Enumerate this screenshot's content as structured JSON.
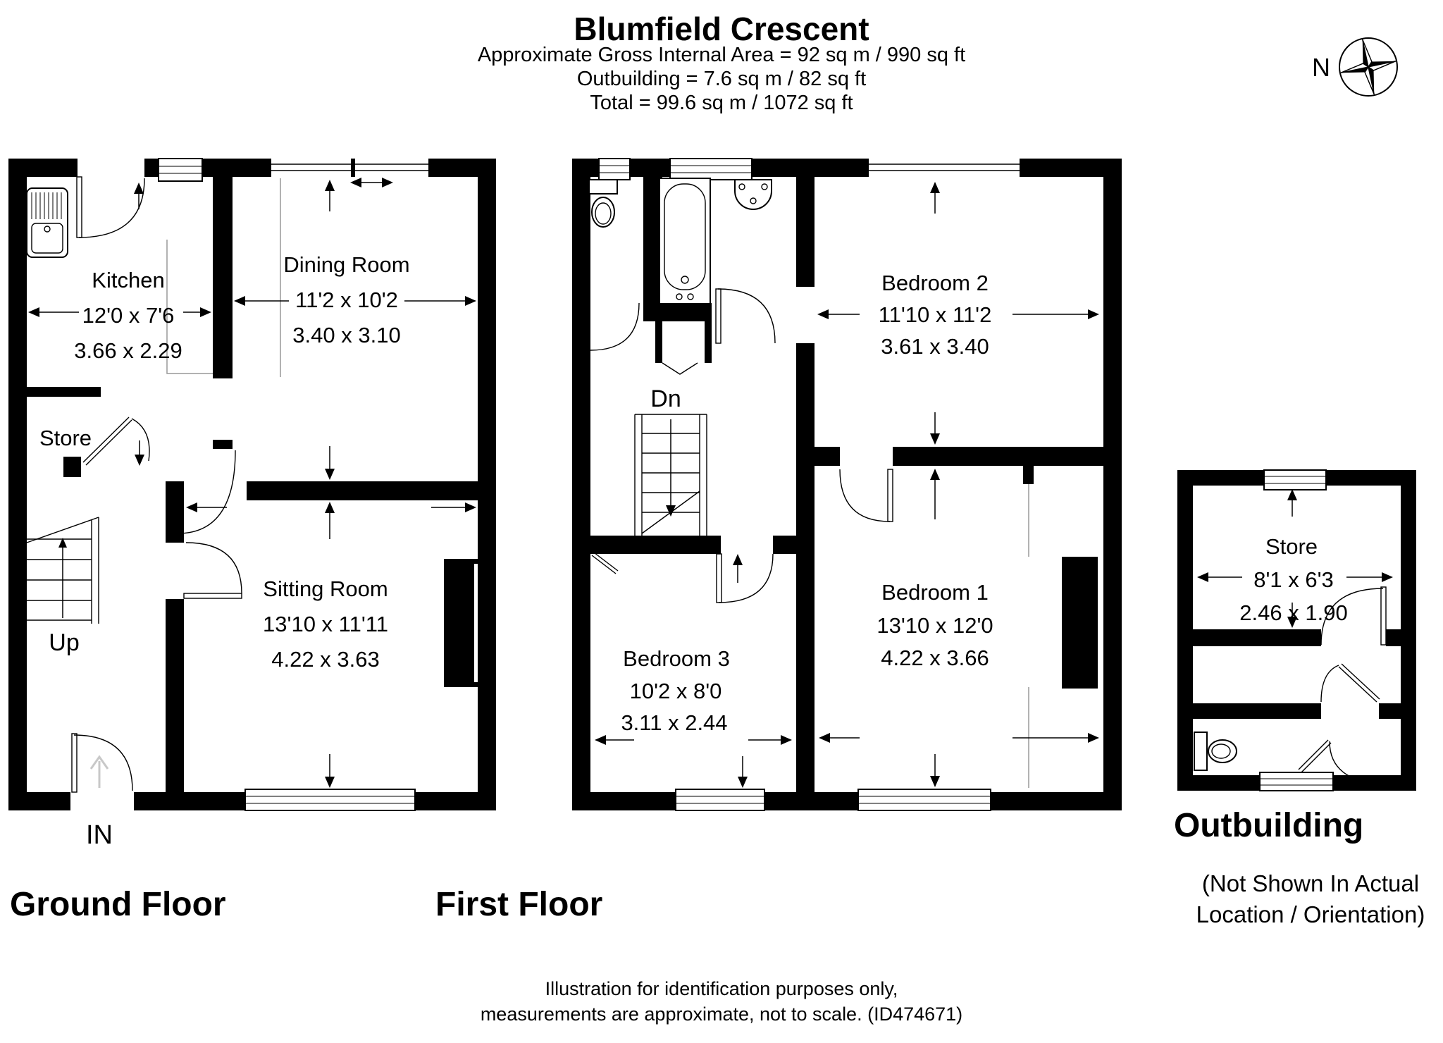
{
  "header": {
    "title": "Blumfield Crescent",
    "line1": "Approximate Gross Internal Area = 92 sq m / 990 sq ft",
    "line2": "Outbuilding = 7.6 sq m / 82 sq ft",
    "line3": "Total = 99.6 sq m / 1072 sq ft"
  },
  "compass": {
    "label": "N"
  },
  "floors": {
    "ground": {
      "label": "Ground Floor",
      "stairs_label": "Up",
      "entrance_label": "IN",
      "rooms": {
        "kitchen": {
          "name": "Kitchen",
          "imperial": "12'0 x 7'6",
          "metric": "3.66 x 2.29"
        },
        "dining": {
          "name": "Dining Room",
          "imperial": "11'2 x 10'2",
          "metric": "3.40 x 3.10"
        },
        "sitting": {
          "name": "Sitting Room",
          "imperial": "13'10 x 11'11",
          "metric": "4.22 x 3.63"
        },
        "store": {
          "name": "Store"
        }
      }
    },
    "first": {
      "label": "First Floor",
      "stairs_label": "Dn",
      "rooms": {
        "bedroom1": {
          "name": "Bedroom 1",
          "imperial": "13'10 x 12'0",
          "metric": "4.22 x 3.66"
        },
        "bedroom2": {
          "name": "Bedroom 2",
          "imperial": "11'10 x 11'2",
          "metric": "3.61 x 3.40"
        },
        "bedroom3": {
          "name": "Bedroom 3",
          "imperial": "10'2 x 8'0",
          "metric": "3.11 x 2.44"
        }
      }
    },
    "outbuilding": {
      "label": "Outbuilding",
      "caption_line1": "(Not Shown In Actual",
      "caption_line2": "Location / Orientation)",
      "rooms": {
        "store": {
          "name": "Store",
          "imperial": "8'1 x 6'3",
          "metric": "2.46 x 1.90"
        }
      }
    }
  },
  "footer": {
    "line1": "Illustration for identification purposes only,",
    "line2": "measurements are approximate, not to scale. (ID474671)"
  }
}
